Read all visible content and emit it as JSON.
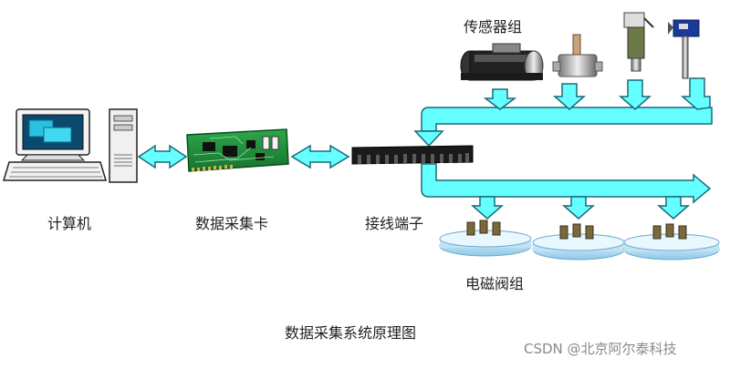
{
  "labels": {
    "computer": "计算机",
    "daq_card": "数据采集卡",
    "terminal": "接线端子",
    "sensors": "传感器组",
    "valves": "电磁阀组"
  },
  "caption": "数据采集系统原理图",
  "watermark": "CSDN @北京阿尔泰科技",
  "colors": {
    "arrow_fill": "#66ffff",
    "arrow_stroke": "#1a6a7a",
    "pcb": "#1f8f3a",
    "terminal": "#1a1a1a",
    "valve_base": "#bfe3f5"
  }
}
